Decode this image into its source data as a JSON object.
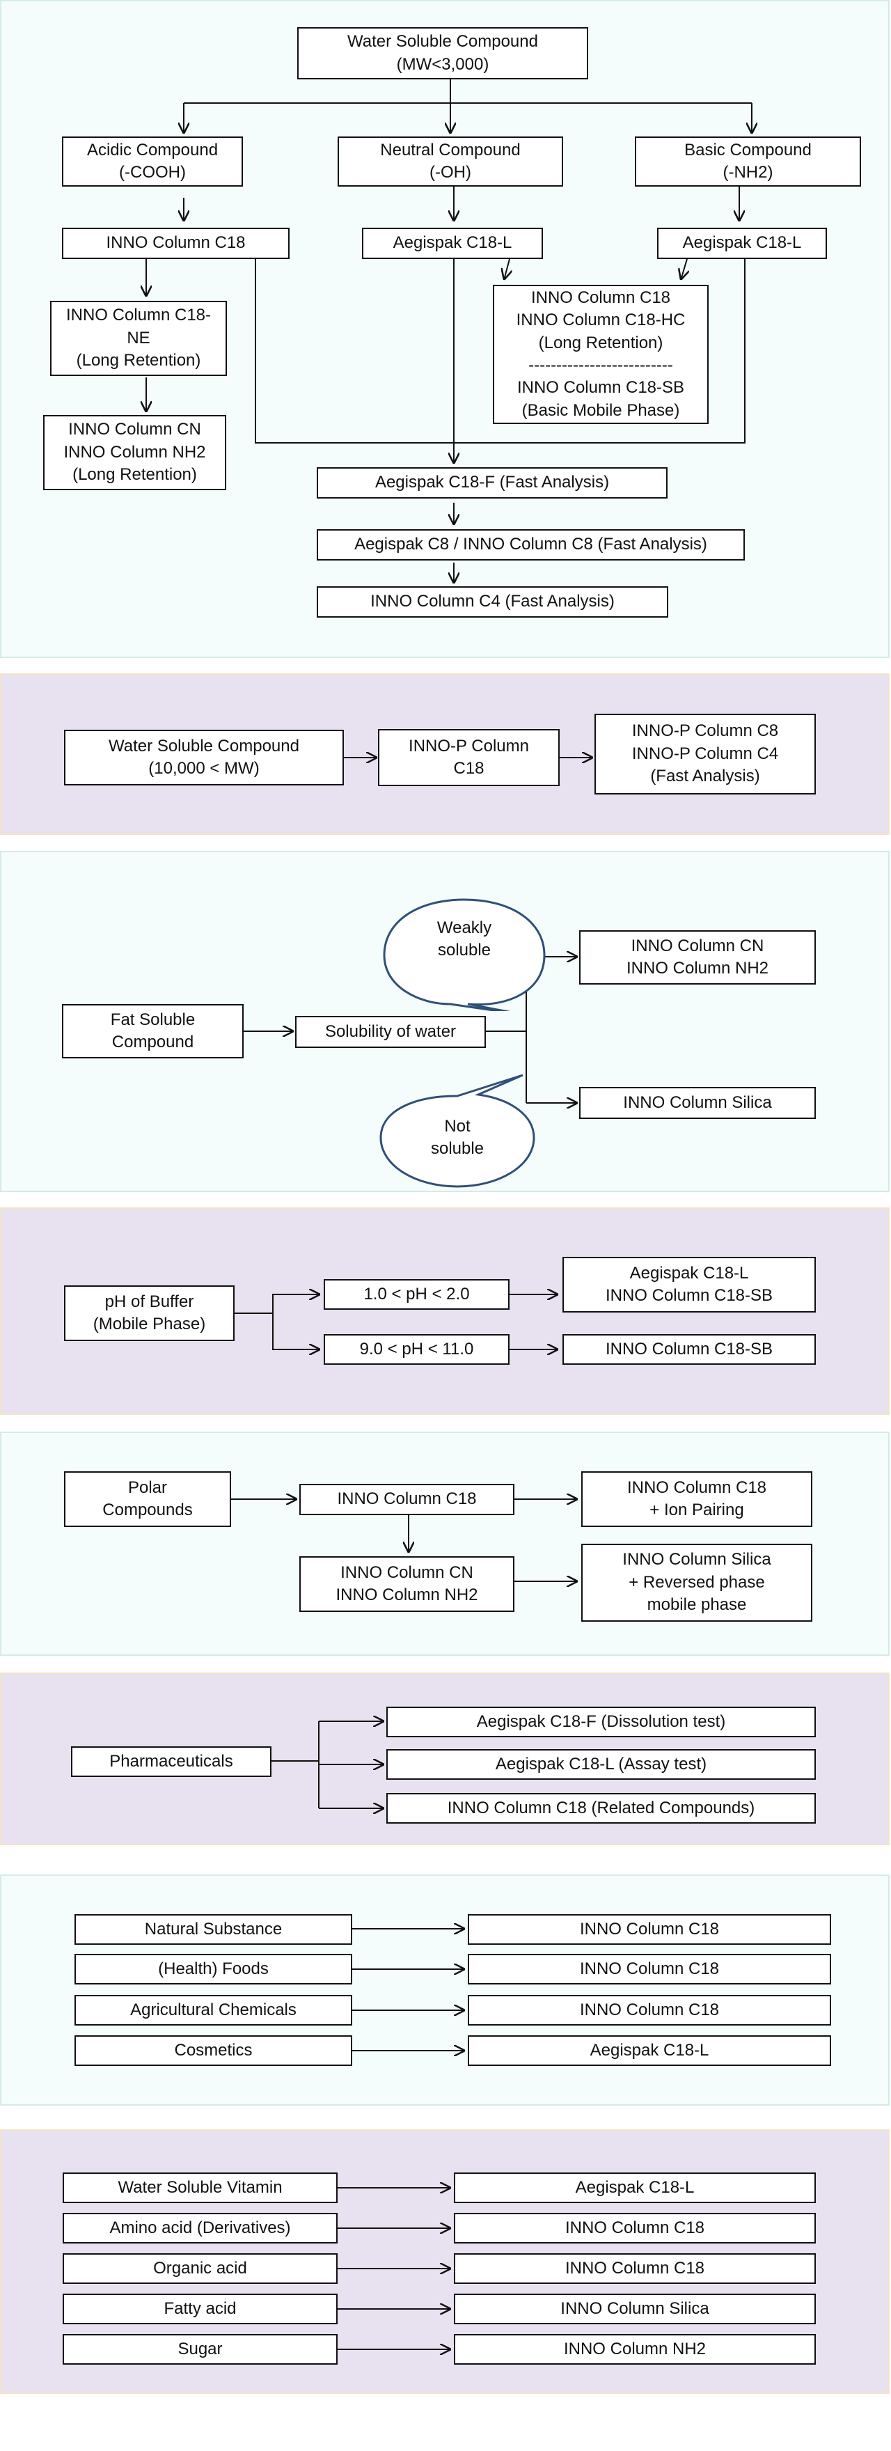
{
  "panel1": {
    "root": "Water Soluble Compound\n(MW<3,000)",
    "acidic": "Acidic Compound\n(-COOH)",
    "neutral": "Neutral Compound\n(-OH)",
    "basic": "Basic Compound\n(-NH2)",
    "inno_c18": "INNO Column C18",
    "aegis_c18l_a": "Aegispak C18-L",
    "aegis_c18l_b": "Aegispak C18-L",
    "c18ne": "INNO Column C18-\nNE\n(Long Retention)",
    "cn_nh2": "INNO Column CN\nINNO Column NH2\n(Long Retention)",
    "c18_hc": "INNO Column C18\nINNO Column C18-HC\n(Long Retention)\n--------------------------\nINNO Column C18-SB\n(Basic Mobile Phase)",
    "c18f": "Aegispak C18-F (Fast Analysis)",
    "c8": "Aegispak C8 / INNO Column C8 (Fast Analysis)",
    "c4": "INNO Column C4 (Fast Analysis)"
  },
  "panel2": {
    "source": "Water Soluble Compound\n(10,000 < MW)",
    "mid": "INNO-P Column\nC18",
    "result": "INNO-P Column C8\nINNO-P Column C4\n(Fast Analysis)"
  },
  "panel3": {
    "source": "Fat Soluble\nCompound",
    "solubility": "Solubility of water",
    "weakly": "Weakly\nsoluble",
    "not": "Not\nsoluble",
    "result_cn": "INNO Column CN\nINNO Column NH2",
    "result_silica": "INNO Column Silica"
  },
  "panel4": {
    "source": "pH of Buffer\n(Mobile Phase)",
    "low": "1.0 < pH < 2.0",
    "high": "9.0 < pH < 11.0",
    "low_result": "Aegispak C18-L\nINNO Column C18-SB",
    "high_result": "INNO Column C18-SB"
  },
  "panel5": {
    "source": "Polar\nCompounds",
    "c18": "INNO Column C18",
    "ion": "INNO Column C18\n+ Ion Pairing",
    "cn": "INNO Column CN\nINNO Column NH2",
    "silica": "INNO Column Silica\n+ Reversed phase\nmobile phase"
  },
  "panel6": {
    "source": "Pharmaceuticals",
    "r1": "Aegispak C18-F (Dissolution test)",
    "r2": "Aegispak C18-L (Assay test)",
    "r3": "INNO Column C18 (Related Compounds)"
  },
  "panel7": {
    "rows": [
      {
        "left": "Natural Substance",
        "right": "INNO Column C18"
      },
      {
        "left": "(Health) Foods",
        "right": "INNO Column C18"
      },
      {
        "left": "Agricultural Chemicals",
        "right": "INNO Column C18"
      },
      {
        "left": "Cosmetics",
        "right": "Aegispak C18-L"
      }
    ]
  },
  "panel8": {
    "rows": [
      {
        "left": "Water Soluble Vitamin",
        "right": "Aegispak C18-L"
      },
      {
        "left": "Amino acid (Derivatives)",
        "right": "INNO Column C18"
      },
      {
        "left": "Organic acid",
        "right": "INNO Column C18"
      },
      {
        "left": "Fatty acid",
        "right": "INNO Column Silica"
      },
      {
        "left": "Sugar",
        "right": "INNO Column NH2"
      }
    ]
  }
}
